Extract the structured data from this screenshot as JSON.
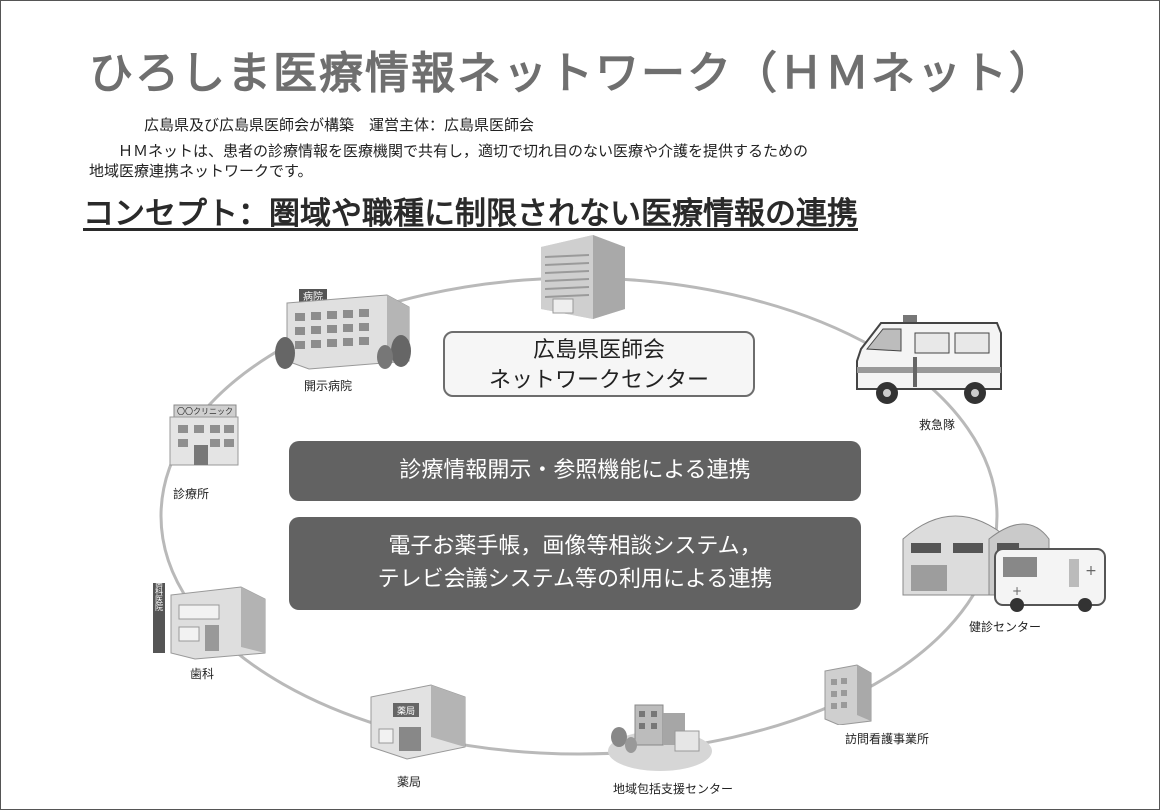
{
  "title": "ひろしま医療情報ネットワーク（ＨＭネット）",
  "subtitle_line1": "広島県及び広島県医師会が構築　運営主体：広島県医師会",
  "subtitle_line2": "ＨＭネットは、患者の診療情報を医療機関で共有し，適切で切れ目のない医療や介護を提供するための",
  "subtitle_line3": "地域医療連携ネットワークです。",
  "concept": "コンセプト：圏域や職種に制限されない医療情報の連携",
  "center": {
    "line1": "広島県医師会",
    "line2": "ネットワークセンター"
  },
  "box1": "診療情報開示・参照機能による連携",
  "box2": {
    "line1": "電子お薬手帳，画像等相談システム，",
    "line2": "テレビ会議システム等の利用による連携"
  },
  "nodes": {
    "hospital": "開示病院",
    "clinic": "診療所",
    "dental": "歯科",
    "pharmacy": "薬局",
    "community": "地域包括支援センター",
    "nursing": "訪問看護事業所",
    "checkup": "健診センター",
    "ambulance": "救急隊"
  },
  "signs": {
    "hospital": "病院",
    "clinic": "〇〇クリニック",
    "dental": "歯科医院",
    "pharmacy": "薬局"
  }
}
